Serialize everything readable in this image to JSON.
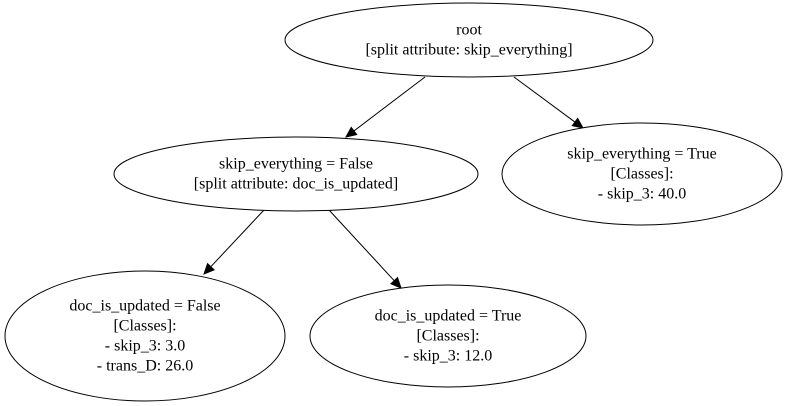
{
  "nodes": {
    "root": {
      "lines": [
        "root",
        "[split attribute: skip_everything]"
      ]
    },
    "skip_false": {
      "lines": [
        "skip_everything = False",
        "[split attribute: doc_is_updated]"
      ]
    },
    "skip_true": {
      "lines": [
        "skip_everything = True",
        "[Classes]:",
        "- skip_3: 40.0"
      ]
    },
    "doc_false": {
      "lines": [
        "doc_is_updated = False",
        "[Classes]:",
        "- skip_3: 3.0",
        "- trans_D: 26.0"
      ]
    },
    "doc_true": {
      "lines": [
        "doc_is_updated = True",
        "[Classes]:",
        "- skip_3: 12.0"
      ]
    }
  },
  "edges": [
    {
      "from": "root",
      "to": "skip_false"
    },
    {
      "from": "root",
      "to": "skip_true"
    },
    {
      "from": "skip_false",
      "to": "doc_false"
    },
    {
      "from": "skip_false",
      "to": "doc_true"
    }
  ],
  "colors": {
    "stroke": "#000000",
    "fill": "#ffffff",
    "text": "#000000"
  }
}
